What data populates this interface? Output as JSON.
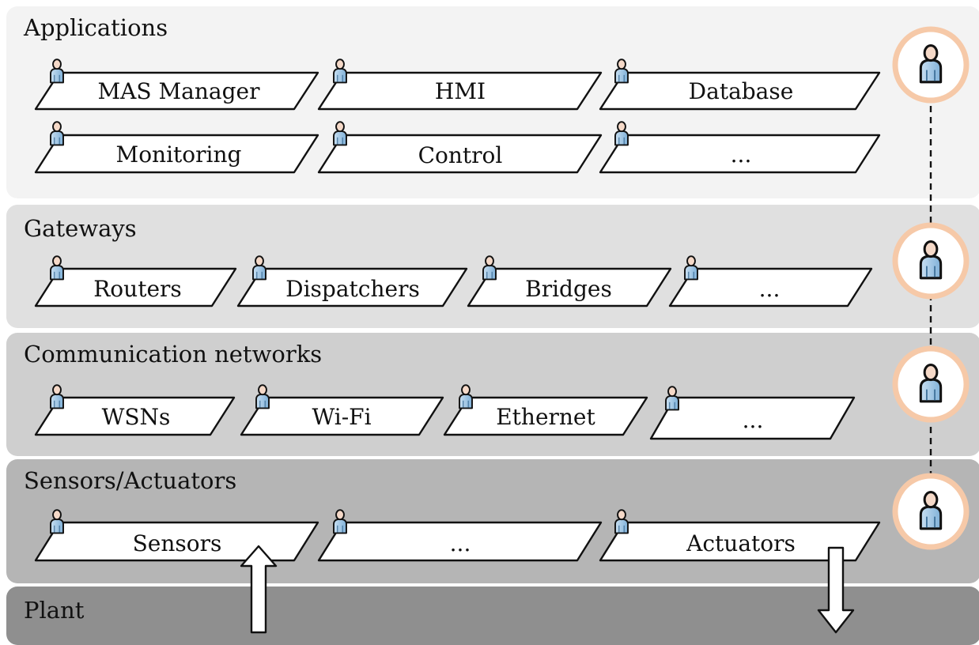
{
  "layers": [
    {
      "title": "Applications",
      "fill": "#f3f3f3",
      "rows": [
        [
          "MAS Manager",
          "HMI",
          "Database"
        ],
        [
          "Monitoring",
          "Control",
          "..."
        ]
      ]
    },
    {
      "title": "Gateways",
      "fill": "#e0e0e0",
      "rows": [
        [
          "Routers",
          "Dispatchers",
          "Bridges",
          "..."
        ]
      ]
    },
    {
      "title": "Communication networks",
      "fill": "#cfcfcf",
      "rows": [
        [
          "WSNs",
          "Wi-Fi",
          "Ethernet",
          "..."
        ]
      ]
    },
    {
      "title": "Sensors/Actuators",
      "fill": "#b5b5b5",
      "rows": [
        [
          "Sensors",
          "...",
          "Actuators"
        ]
      ]
    },
    {
      "title": "Plant",
      "fill": "#8f8f8f",
      "rows": []
    }
  ],
  "colors": {
    "agent_ring": "#f6c9a8",
    "agent_body": "#9fc6e4",
    "agent_head": "#f5d9c8"
  },
  "icons": {
    "agent": "person-agent-icon",
    "up_arrow": "up-arrow-icon",
    "down_arrow": "down-arrow-icon"
  }
}
